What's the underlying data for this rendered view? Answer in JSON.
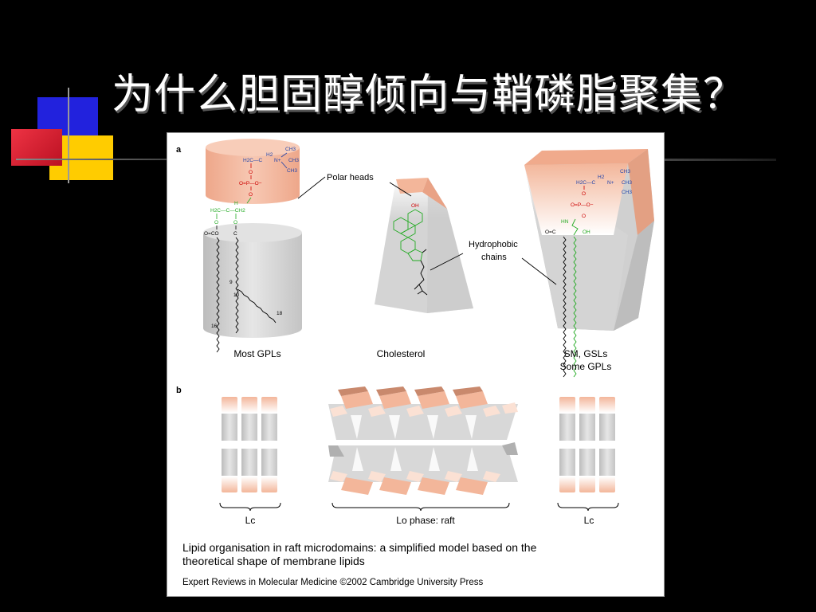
{
  "slide": {
    "title": "为什么胆固醇倾向与鞘磷脂聚集？"
  },
  "figure": {
    "panel_a_label": "a",
    "panel_b_label": "b",
    "callouts": {
      "polar_heads": "Polar heads",
      "hydrophobic_line1": "Hydrophobic",
      "hydrophobic_line2": "chains"
    },
    "shapes": {
      "gpl_label": "Most GPLs",
      "cholesterol_label": "Cholesterol",
      "sm_label_line1": "SM, GSLs",
      "sm_label_line2": "Some GPLs"
    },
    "chem": {
      "ch3_1": "CH3",
      "ch3_2": "CH3",
      "ch3_3": "CH3",
      "h2": "H2",
      "h2c_c": "H2C—C",
      "n_plus": "N+",
      "o_a": "O",
      "p_group": "O=P—O−",
      "o_b": "O",
      "h": "H",
      "h2c_c_ch2": "H2C—C—CH2",
      "o_c": "O",
      "o_d": "O",
      "co_left": "O=CO",
      "c_right": "C",
      "num_9": "9",
      "num_10": "10",
      "num_16": "16",
      "num_18": "18",
      "oh_chol": "OH",
      "sm_ch3_1": "CH3",
      "sm_ch3_2": "CH3",
      "sm_ch3_3": "CH3",
      "sm_h2": "H2",
      "sm_h2c_c": "H2C—C",
      "sm_n_plus": "N+",
      "sm_o_a": "O",
      "sm_p_group": "O=P—O−",
      "sm_o_b": "O",
      "sm_hn": "HN",
      "sm_oc": "O=C",
      "sm_oh": "OH"
    },
    "panel_b": {
      "lc_left": "Lc",
      "lo_raft": "Lo phase: raft",
      "lc_right": "Lc"
    },
    "caption_line1": "Lipid organisation in raft microdomains: a simplified model based on the",
    "caption_line2": "theoretical shape of membrane lipids",
    "source": "Expert Reviews in Molecular Medicine ©2002 Cambridge University Press"
  },
  "colors": {
    "background": "#000000",
    "title_text": "#ffffff",
    "deco_blue": "#2222dd",
    "deco_red": "#dd2233",
    "deco_yellow": "#ffcc00",
    "head_peach": "#f3b69a",
    "body_grey": "#d6d6d6",
    "chem_red": "#cc0000",
    "chem_green": "#22aa22",
    "chem_blue": "#2244aa"
  }
}
